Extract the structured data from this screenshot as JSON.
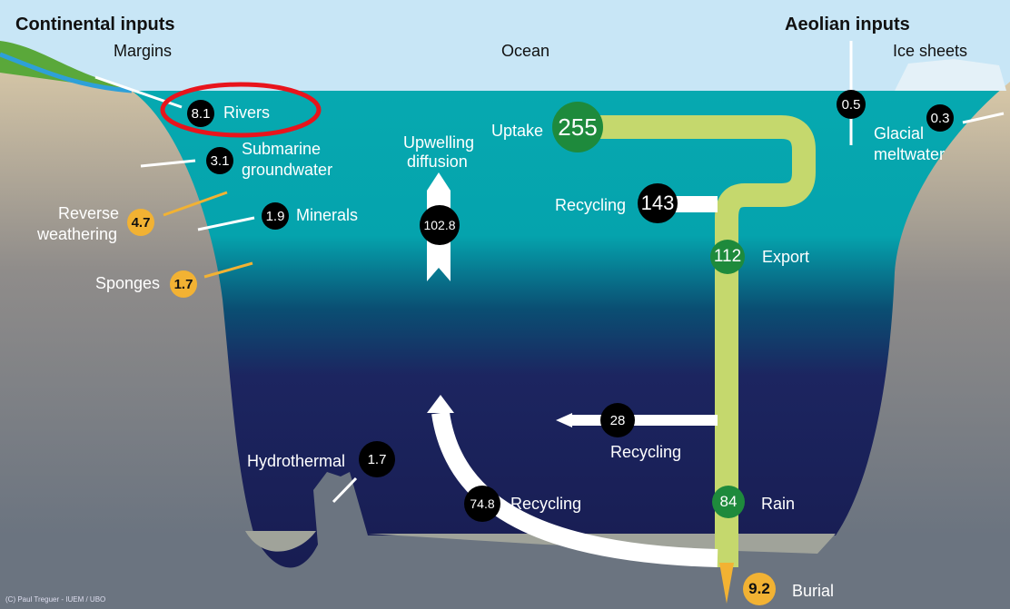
{
  "titles": {
    "continental": "Continental inputs",
    "aeolian": "Aeolian inputs"
  },
  "regions": {
    "margins": "Margins",
    "ocean": "Ocean",
    "ice_sheets": "Ice sheets"
  },
  "fluxes": {
    "rivers": {
      "label": "Rivers",
      "value": "8.1"
    },
    "groundwater": {
      "label1": "Submarine",
      "label2": "groundwater",
      "value": "3.1"
    },
    "reverse_weathering": {
      "label1": "Reverse",
      "label2": "weathering",
      "value": "4.7"
    },
    "minerals": {
      "label": "Minerals",
      "value": "1.9"
    },
    "sponges": {
      "label": "Sponges",
      "value": "1.7"
    },
    "hydrothermal": {
      "label": "Hydrothermal",
      "value": "1.7"
    },
    "upwelling": {
      "label1": "Upwelling",
      "label2": "diffusion",
      "value": "102.8"
    },
    "uptake": {
      "label": "Uptake",
      "value": "255"
    },
    "recycling_surface": {
      "label": "Recycling",
      "value": "143"
    },
    "export": {
      "label": "Export",
      "value": "112"
    },
    "recycling_mid": {
      "label": "Recycling",
      "value": "28"
    },
    "recycling_deep": {
      "label": "Recycling",
      "value": "74.8"
    },
    "rain": {
      "label": "Rain",
      "value": "84"
    },
    "burial": {
      "label": "Burial",
      "value": "9.2"
    },
    "aeolian": {
      "value": "0.5"
    },
    "glacial": {
      "label1": "Glacial",
      "label2": "meltwater",
      "value": "0.3"
    }
  },
  "copyright": "(C) Paul Treguer - IUEM / UBO",
  "colors": {
    "highlight": "#e8141c",
    "pipe": "#c5d86d",
    "sink": "#f2b233",
    "green": "#1e8a3c"
  }
}
